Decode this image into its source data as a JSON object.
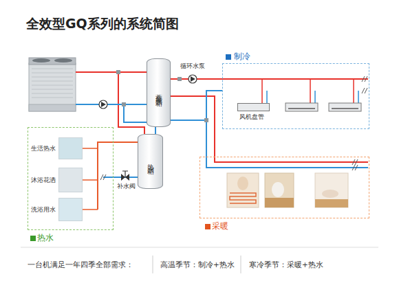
{
  "diagram": {
    "title": "全效型GQ系列的系统简图",
    "nodes": [
      {
        "text": [
          "蓄能水箱"
        ]
      },
      {
        "text": [
          "热水箱"
        ]
      },
      {
        "text": [
          "制冷"
        ]
      },
      {
        "text": [
          "风机盘管"
        ],
        "in": 2
      },
      {
        "text": [
          "热水"
        ]
      },
      {
        "text": [
          "生活热水"
        ],
        "in": 4
      },
      {
        "text": [
          "沐浴花洒"
        ],
        "in": 4
      },
      {
        "text": [
          "洗浴用水"
        ],
        "in": 4
      },
      {
        "text": [
          "采暖"
        ]
      }
    ],
    "edges": [
      {
        "from": 0,
        "to": 2,
        "arrow": "none"
      },
      {
        "from": 0,
        "to": 8,
        "arrow": "none"
      },
      {
        "from": 1,
        "to": 4,
        "arrow": "none"
      }
    ],
    "labels": [
      "循环水泵",
      "补水阀",
      "一台机满足一年四季全部需求：",
      "高温季节：制冷+热水",
      "寒冷季节：采暖+热水"
    ]
  }
}
